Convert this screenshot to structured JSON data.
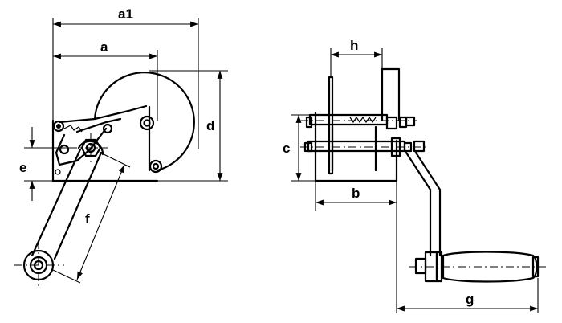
{
  "labels": {
    "a1": "a1",
    "a": "a",
    "d": "d",
    "e": "e",
    "f": "f",
    "h": "h",
    "c": "c",
    "b": "b",
    "g": "g"
  }
}
